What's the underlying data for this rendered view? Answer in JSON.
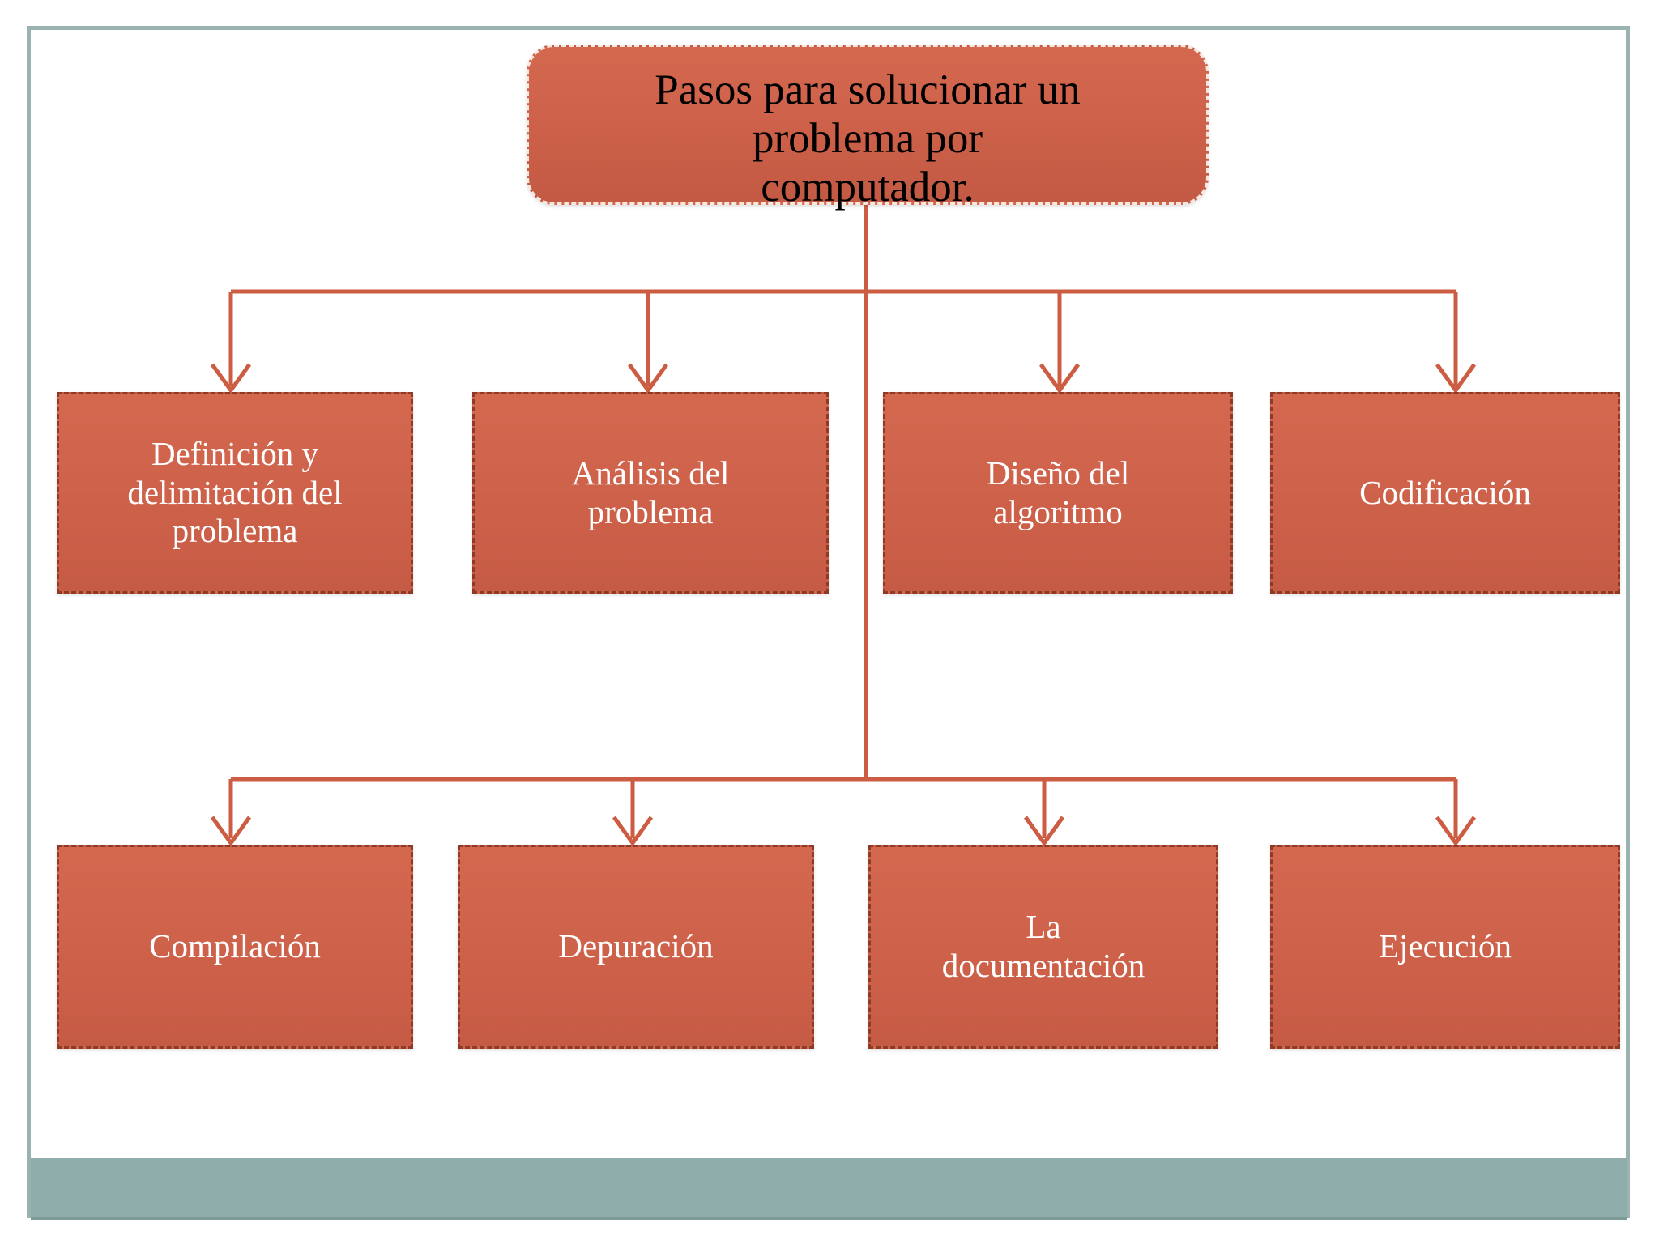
{
  "slide": {
    "background_color": "#ffffff",
    "frame_color": "#9ab3b0",
    "band_color": "#8fadab",
    "node_fill": "#cd6049",
    "node_border": "#8d3a26",
    "connector_color": "#cc5c42",
    "title_text_color": "#000000",
    "node_text_color": "#ffffff"
  },
  "title": {
    "label": "Pasos para solucionar un\nproblema por\ncomputador."
  },
  "rows": [
    {
      "name": "row-1",
      "steps": [
        {
          "label": "Definición y\ndelimitación del\nproblema"
        },
        {
          "label": "Análisis del\nproblema"
        },
        {
          "label": "Diseño del\nalgoritmo"
        },
        {
          "label": "Codificación"
        }
      ]
    },
    {
      "name": "row-2",
      "steps": [
        {
          "label": "Compilación"
        },
        {
          "label": "Depuración"
        },
        {
          "label": "La\ndocumentación"
        },
        {
          "label": "Ejecución"
        }
      ]
    }
  ]
}
